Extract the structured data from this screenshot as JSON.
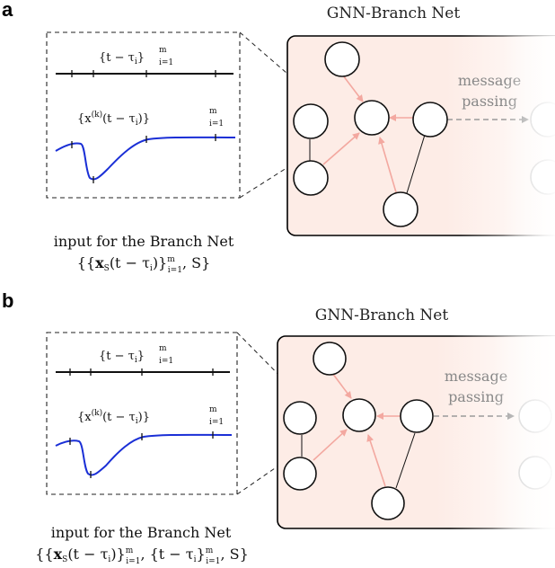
{
  "panels": [
    {
      "letter": "a",
      "net_title": "GNN-Branch Net",
      "time_label": "{t − τ",
      "time_label_sub": "i",
      "time_label_close": "}",
      "time_label_sup": "m",
      "time_label_range": "i=1",
      "signal_label": "{x",
      "signal_label_sup": "(k)",
      "signal_label_mid": "(t − τ",
      "signal_label_sub": "i",
      "signal_label_close": ")}",
      "signal_label_sup2": "m",
      "signal_label_range": "i=1",
      "message_line1": "message",
      "message_line2": "passing",
      "caption_line1": "input for the Branch Net",
      "caption_line2": "{{x_S(t − τ_i)}_{i=1}^m, S}"
    },
    {
      "letter": "b",
      "net_title": "GNN-Branch Net",
      "time_label": "{t − τ",
      "time_label_sub": "i",
      "time_label_close": "}",
      "time_label_sup": "m",
      "time_label_range": "i=1",
      "signal_label": "{x",
      "signal_label_sup": "(k)",
      "signal_label_mid": "(t − τ",
      "signal_label_sub": "i",
      "signal_label_close": ")}",
      "signal_label_sup2": "m",
      "signal_label_range": "i=1",
      "message_line1": "message",
      "message_line2": "passing",
      "caption_line1": "input for the Branch Net",
      "caption_line2": "{{x_S(t − τ_i)}_{i=1}^m, {t − τ_i}_{i=1}^m, S}"
    }
  ],
  "colors": {
    "graph_fill": "#fdece6",
    "edge_pink": "#f3a8a0",
    "signal_blue": "#1a2fd6",
    "dash_grey": "#9a9a9a"
  }
}
